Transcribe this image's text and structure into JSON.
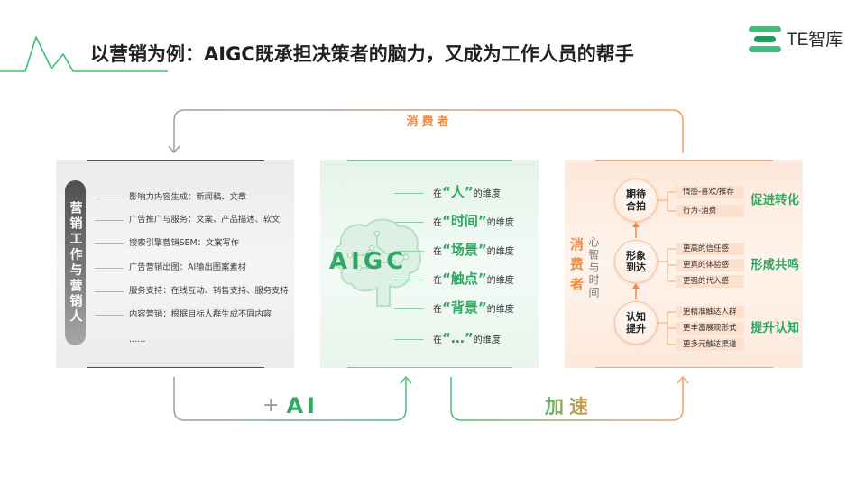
{
  "slide": {
    "title": "以营销为例：AIGC既承担决策者的脑力，又成为工作人员的帮手",
    "logo_text": "TE智库",
    "logo_icon": "te-logo-icon",
    "decoration_icon": "heartbeat-line-icon"
  },
  "colors": {
    "green": "#2fa862",
    "orange": "#ef8a45",
    "gray": "#8e8e8e",
    "title": "#1f1f1f"
  },
  "top_flow": {
    "label": "消费者"
  },
  "marketing": {
    "pill_label": "营销工作与营销人",
    "items": [
      "影响力内容生成：新闻稿、文章",
      "广告推广与服务：文案、产品描述、软文",
      "搜索引擎营销SEM：文案写作",
      "广告营销出图：AI输出图案素材",
      "服务支持：在线互动、销售支持、服务支持",
      "内容营销：根据目标人群生成不同内容"
    ],
    "more": "……"
  },
  "aigc": {
    "label": "AIGC",
    "icon": "brain-icon",
    "dimensions": [
      {
        "prefix": "在",
        "keyword": "“人”",
        "suffix": "的维度"
      },
      {
        "prefix": "在",
        "keyword": "“时间”",
        "suffix": "的维度"
      },
      {
        "prefix": "在",
        "keyword": "“场景”",
        "suffix": "的维度"
      },
      {
        "prefix": "在",
        "keyword": "“触点”",
        "suffix": "的维度"
      },
      {
        "prefix": "在",
        "keyword": "“背景”",
        "suffix": "的维度"
      },
      {
        "prefix": "在",
        "keyword": "“…”",
        "suffix": "的维度"
      }
    ]
  },
  "consumer": {
    "label": "消费者",
    "sublabel": "心智与时间",
    "stages": [
      {
        "name": [
          "期待",
          "合拍"
        ],
        "effects": [
          "情感-喜欢/推荐",
          "行为-消费"
        ],
        "outcome": "促进转化"
      },
      {
        "name": [
          "形象",
          "到达"
        ],
        "effects": [
          "更高的信任感",
          "更真的体验感",
          "更强的代入感"
        ],
        "outcome": "形成共鸣"
      },
      {
        "name": [
          "认知",
          "提升"
        ],
        "effects": [
          "更精准触达人群",
          "更丰富展现形式",
          "更多元触达渠道"
        ],
        "outcome": "提升认知"
      }
    ]
  },
  "bottom_flows": {
    "ai": {
      "prefix": "+",
      "label": "AI"
    },
    "speed": {
      "label": "加速"
    }
  }
}
